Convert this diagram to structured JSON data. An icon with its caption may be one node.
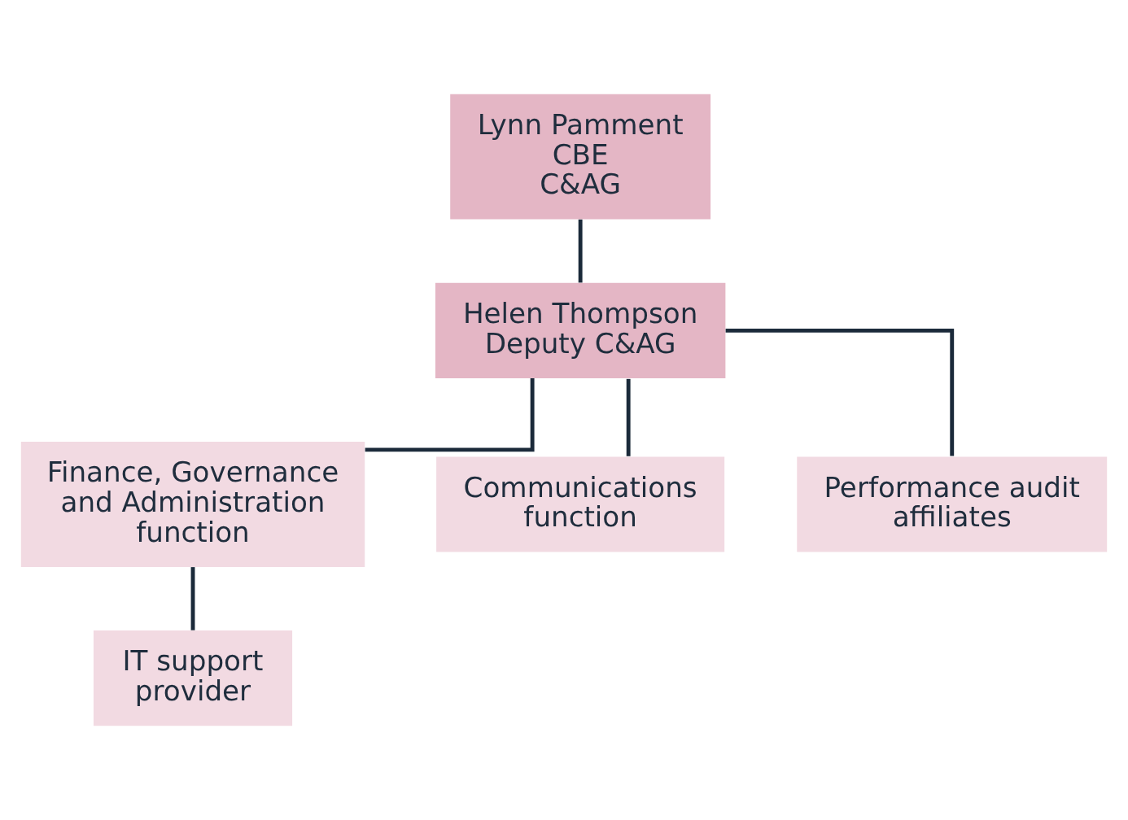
{
  "diagram": {
    "nodes": [
      {
        "text": [
          "Lynn Pamment",
          "CBE",
          "C&AG"
        ]
      },
      {
        "text": [
          "Helen Thompson",
          "Deputy C&AG"
        ]
      },
      {
        "text": [
          "Finance, Governance and Administration function"
        ]
      },
      {
        "text": [
          "Communications function"
        ]
      },
      {
        "text": [
          "Performance audit affiliates"
        ]
      },
      {
        "text": [
          "IT support provider"
        ]
      }
    ],
    "edges": [
      {
        "from": 0,
        "to": 1,
        "arrow": "none"
      },
      {
        "from": 1,
        "to": 2,
        "arrow": "none"
      },
      {
        "from": 1,
        "to": 3,
        "arrow": "none"
      },
      {
        "from": 1,
        "to": 4,
        "arrow": "none"
      },
      {
        "from": 2,
        "to": 5,
        "arrow": "none"
      }
    ]
  }
}
